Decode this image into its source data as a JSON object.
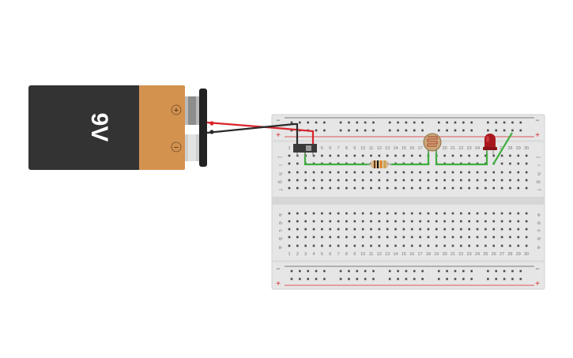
{
  "battery": {
    "voltage_label": "9V",
    "plus_symbol": "+",
    "minus_symbol": "−"
  },
  "breadboard": {
    "rail_plus": "+",
    "rail_minus": "−",
    "rows_top": [
      "j",
      "i",
      "h",
      "g",
      "f"
    ],
    "rows_bottom": [
      "e",
      "d",
      "c",
      "b",
      "a"
    ],
    "columns": 30,
    "column_label_step": 1
  },
  "colors": {
    "battery_body": "#333333",
    "battery_cap": "#d4924f",
    "wire_red": "#d9242b",
    "wire_black": "#2b2b2b",
    "wire_green": "#3fae3f",
    "rail_red": "#d9242b",
    "rail_blue": "#555555",
    "breadboard": "#e6e6e6",
    "led": "#a8191e"
  },
  "icons": {
    "switch": "slide-switch-icon",
    "resistor": "resistor-icon",
    "ldr": "photoresistor-icon",
    "led": "led-icon"
  }
}
